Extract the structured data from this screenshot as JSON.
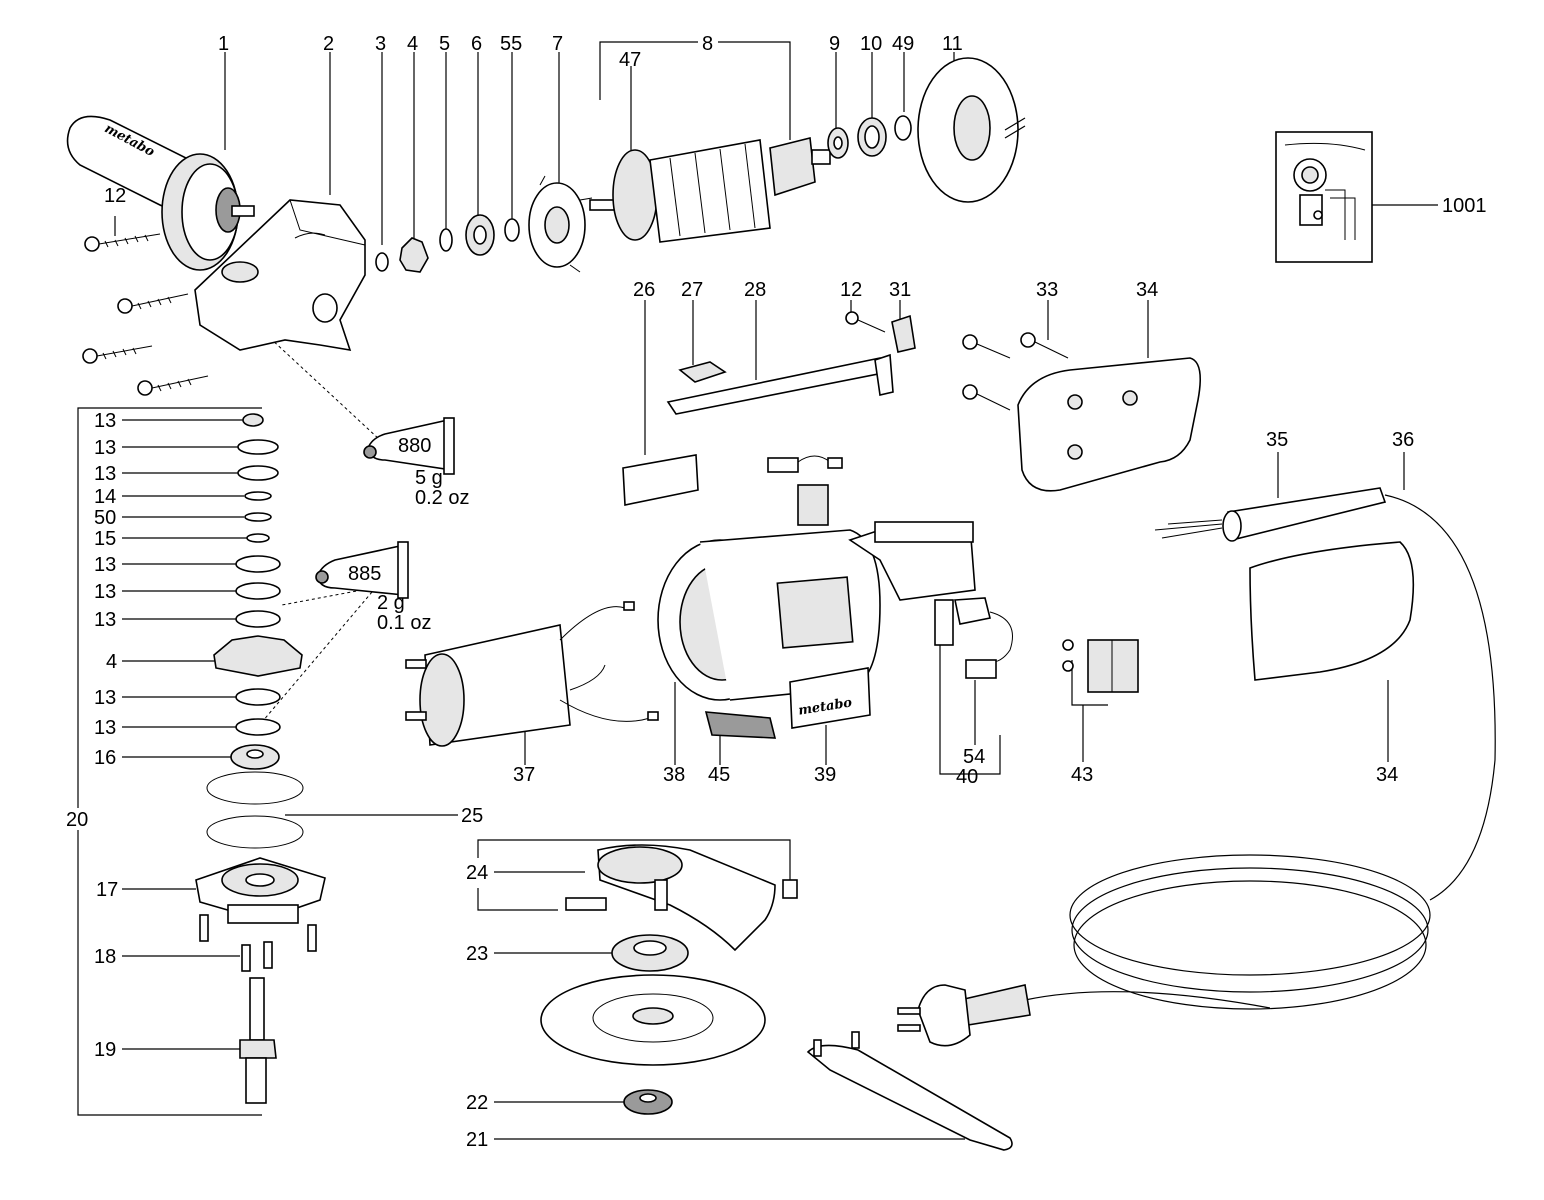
{
  "labels": {
    "p1": "1",
    "p2": "2",
    "p3": "3",
    "p4": "4",
    "p5": "5",
    "p6": "6",
    "p55": "55",
    "p7": "7",
    "p8": "8",
    "p9": "9",
    "p10": "10",
    "p49": "49",
    "p11": "11",
    "p47": "47",
    "p1001": "1001",
    "p12a": "12",
    "p12b": "12",
    "p26": "26",
    "p27": "27",
    "p28": "28",
    "p31": "31",
    "p33": "33",
    "p34a": "34",
    "p34b": "34",
    "p35": "35",
    "p36": "36",
    "p13a": "13",
    "p13b": "13",
    "p13c": "13",
    "p14": "14",
    "p50": "50",
    "p15": "15",
    "p13d": "13",
    "p13e": "13",
    "p13f": "13",
    "p4b": "4",
    "p13g": "13",
    "p13h": "13",
    "p16": "16",
    "p20": "20",
    "p25": "25",
    "p17": "17",
    "p18": "18",
    "p19": "19",
    "p37": "37",
    "p38": "38",
    "p45": "45",
    "p39": "39",
    "p40": "40",
    "p54": "54",
    "p43": "43",
    "p24": "24",
    "p23": "23",
    "p22": "22",
    "p21": "21"
  },
  "grease_tubes": [
    {
      "code": "880",
      "weight_g": "5 g",
      "weight_oz": "0.2 oz"
    },
    {
      "code": "885",
      "weight_g": "2 g",
      "weight_oz": "0.1 oz"
    }
  ],
  "brand_text": "metabo"
}
